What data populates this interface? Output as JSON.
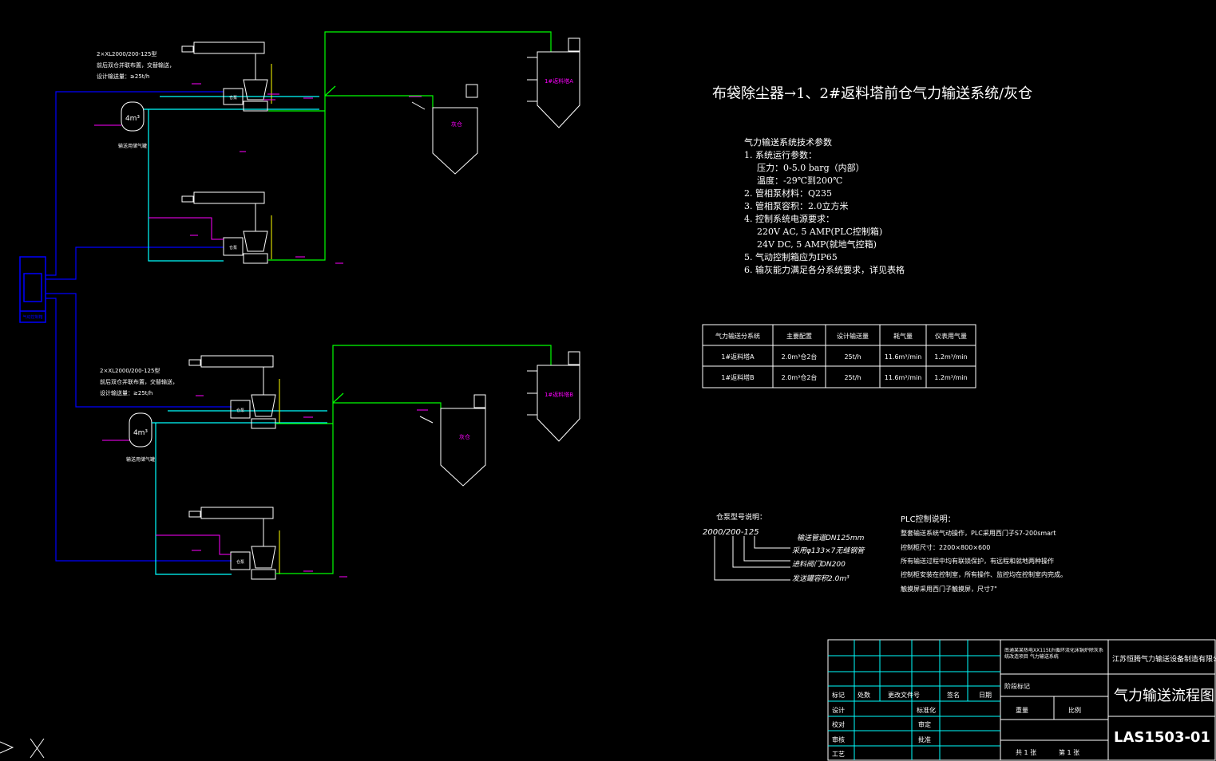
{
  "title": "布袋除尘器→1、2#返料塔前仓气力输送系统/灰仓",
  "tech": {
    "heading": "气力输送系统技术参数",
    "lines": [
      "1. 系统运行参数：",
      "压力：0-5.0 barg（内部）",
      "温度：-29℃到200℃",
      "2. 管相泵材料：Q235",
      "3. 管相泵容积：2.0立方米",
      "4. 控制系统电源要求：",
      "220V AC, 5 AMP(PLC控制箱)",
      "24V DC, 5 AMP(就地气控箱)",
      "5. 气动控制箱应为IP65",
      "6. 输灰能力满足各分系统要求，详见表格"
    ]
  },
  "table": {
    "headers": [
      "气力输送分系统",
      "主要配置",
      "设计输送量",
      "耗气量",
      "仪表用气量"
    ],
    "rows": [
      [
        "1#返料塔A",
        "2.0m³仓2台",
        "25t/h",
        "11.6m³/min",
        "1.2m³/min"
      ],
      [
        "1#返料塔B",
        "2.0m³仓2台",
        "25t/h",
        "11.6m³/min",
        "1.2m³/min"
      ]
    ]
  },
  "model": {
    "heading": "仓泵型号说明：",
    "code": "2000/200-125",
    "items": [
      "输送管道DN125mm",
      "采用φ133×7无缝钢管",
      "进料阀门DN200",
      "发送罐容积2.0m³"
    ]
  },
  "plc": {
    "heading": "PLC控制说明：",
    "lines": [
      "整套输送系统气动操作，PLC采用西门子S7-200smart",
      "控制柜尺寸：2200×800×600",
      "所有输送过程中均有联锁保护，有远程和就地两种操作",
      "控制柜安装在控制室，所有操作、监控均在控制室内完成。",
      "触摸屏采用西门子触摸屏，尺寸7\""
    ]
  },
  "system_notes": {
    "upper": [
      "2×XL2000/200-125型",
      "前后双仓并联布置，交替输送，",
      "设计输送量：≥25t/h"
    ],
    "lower": [
      "2×XL2000/200-125型",
      "前后双仓并联布置，交替输送，",
      "设计输送量：≥25t/h"
    ]
  },
  "labels": {
    "air_tank": "4m³",
    "air_tank_caption": "输送用储气罐",
    "silo_a": "1#返料塔A",
    "silo_b": "1#返料塔B",
    "ash": "灰仓",
    "pump": "仓泵",
    "control_cabinet": "气动控制箱"
  },
  "titleblock": {
    "project": "南通某某热电XX115t/h循环流化床锅炉除灰系统改造项目 气力输送系统",
    "company": "江苏恒腾气力输送设备制造有限公司",
    "drawing_name": "气力输送流程图",
    "drawing_no": "LAS1503-01",
    "cells": [
      "标记",
      "处数",
      "更改文件号",
      "签名",
      "日期",
      "设计",
      "标准化",
      "校对",
      "审定",
      "审核",
      "批准",
      "工艺",
      "阶段标记",
      "重量",
      "比例",
      "共 1 张",
      "第 1 张"
    ]
  },
  "colors": {
    "pipe_green": "#00ff00",
    "pipe_cyan": "#00ffff",
    "pipe_blue": "#0000ff",
    "magenta": "#ff00ff",
    "yellow": "#ffff00",
    "white": "#ffffff"
  }
}
